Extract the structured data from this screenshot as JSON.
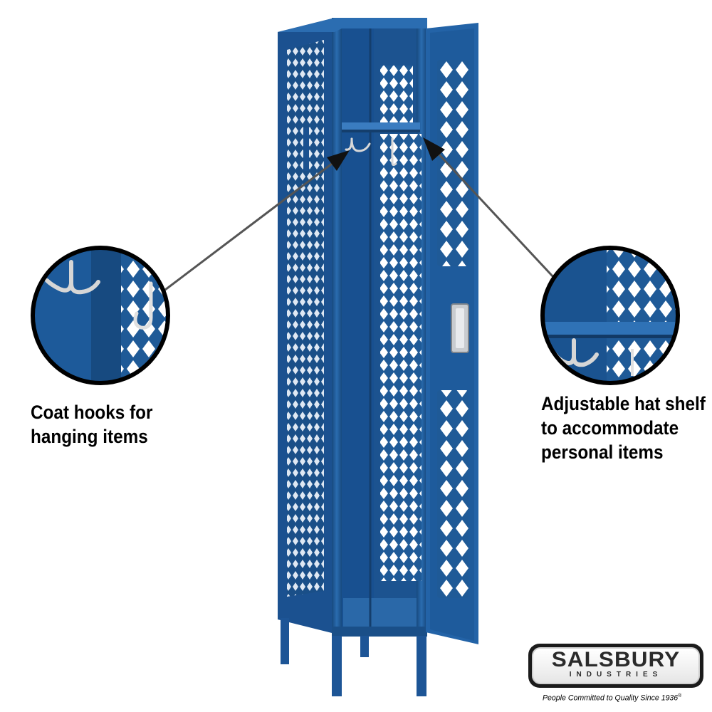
{
  "callouts": {
    "left": {
      "line1": "Coat hooks for",
      "line2": "hanging items"
    },
    "right": {
      "line1": "Adjustable hat shelf",
      "line2": "to accommodate",
      "line3": "personal items"
    }
  },
  "brand": {
    "name": "SALSBURY",
    "subtitle": "INDUSTRIES",
    "tagline": "People Committed to Quality Since 1936",
    "registered_mark": "®"
  },
  "colors": {
    "locker_blue": "#1f5a97",
    "locker_blue_dark": "#123a66",
    "locker_blue_light": "#3a7cc0"
  }
}
